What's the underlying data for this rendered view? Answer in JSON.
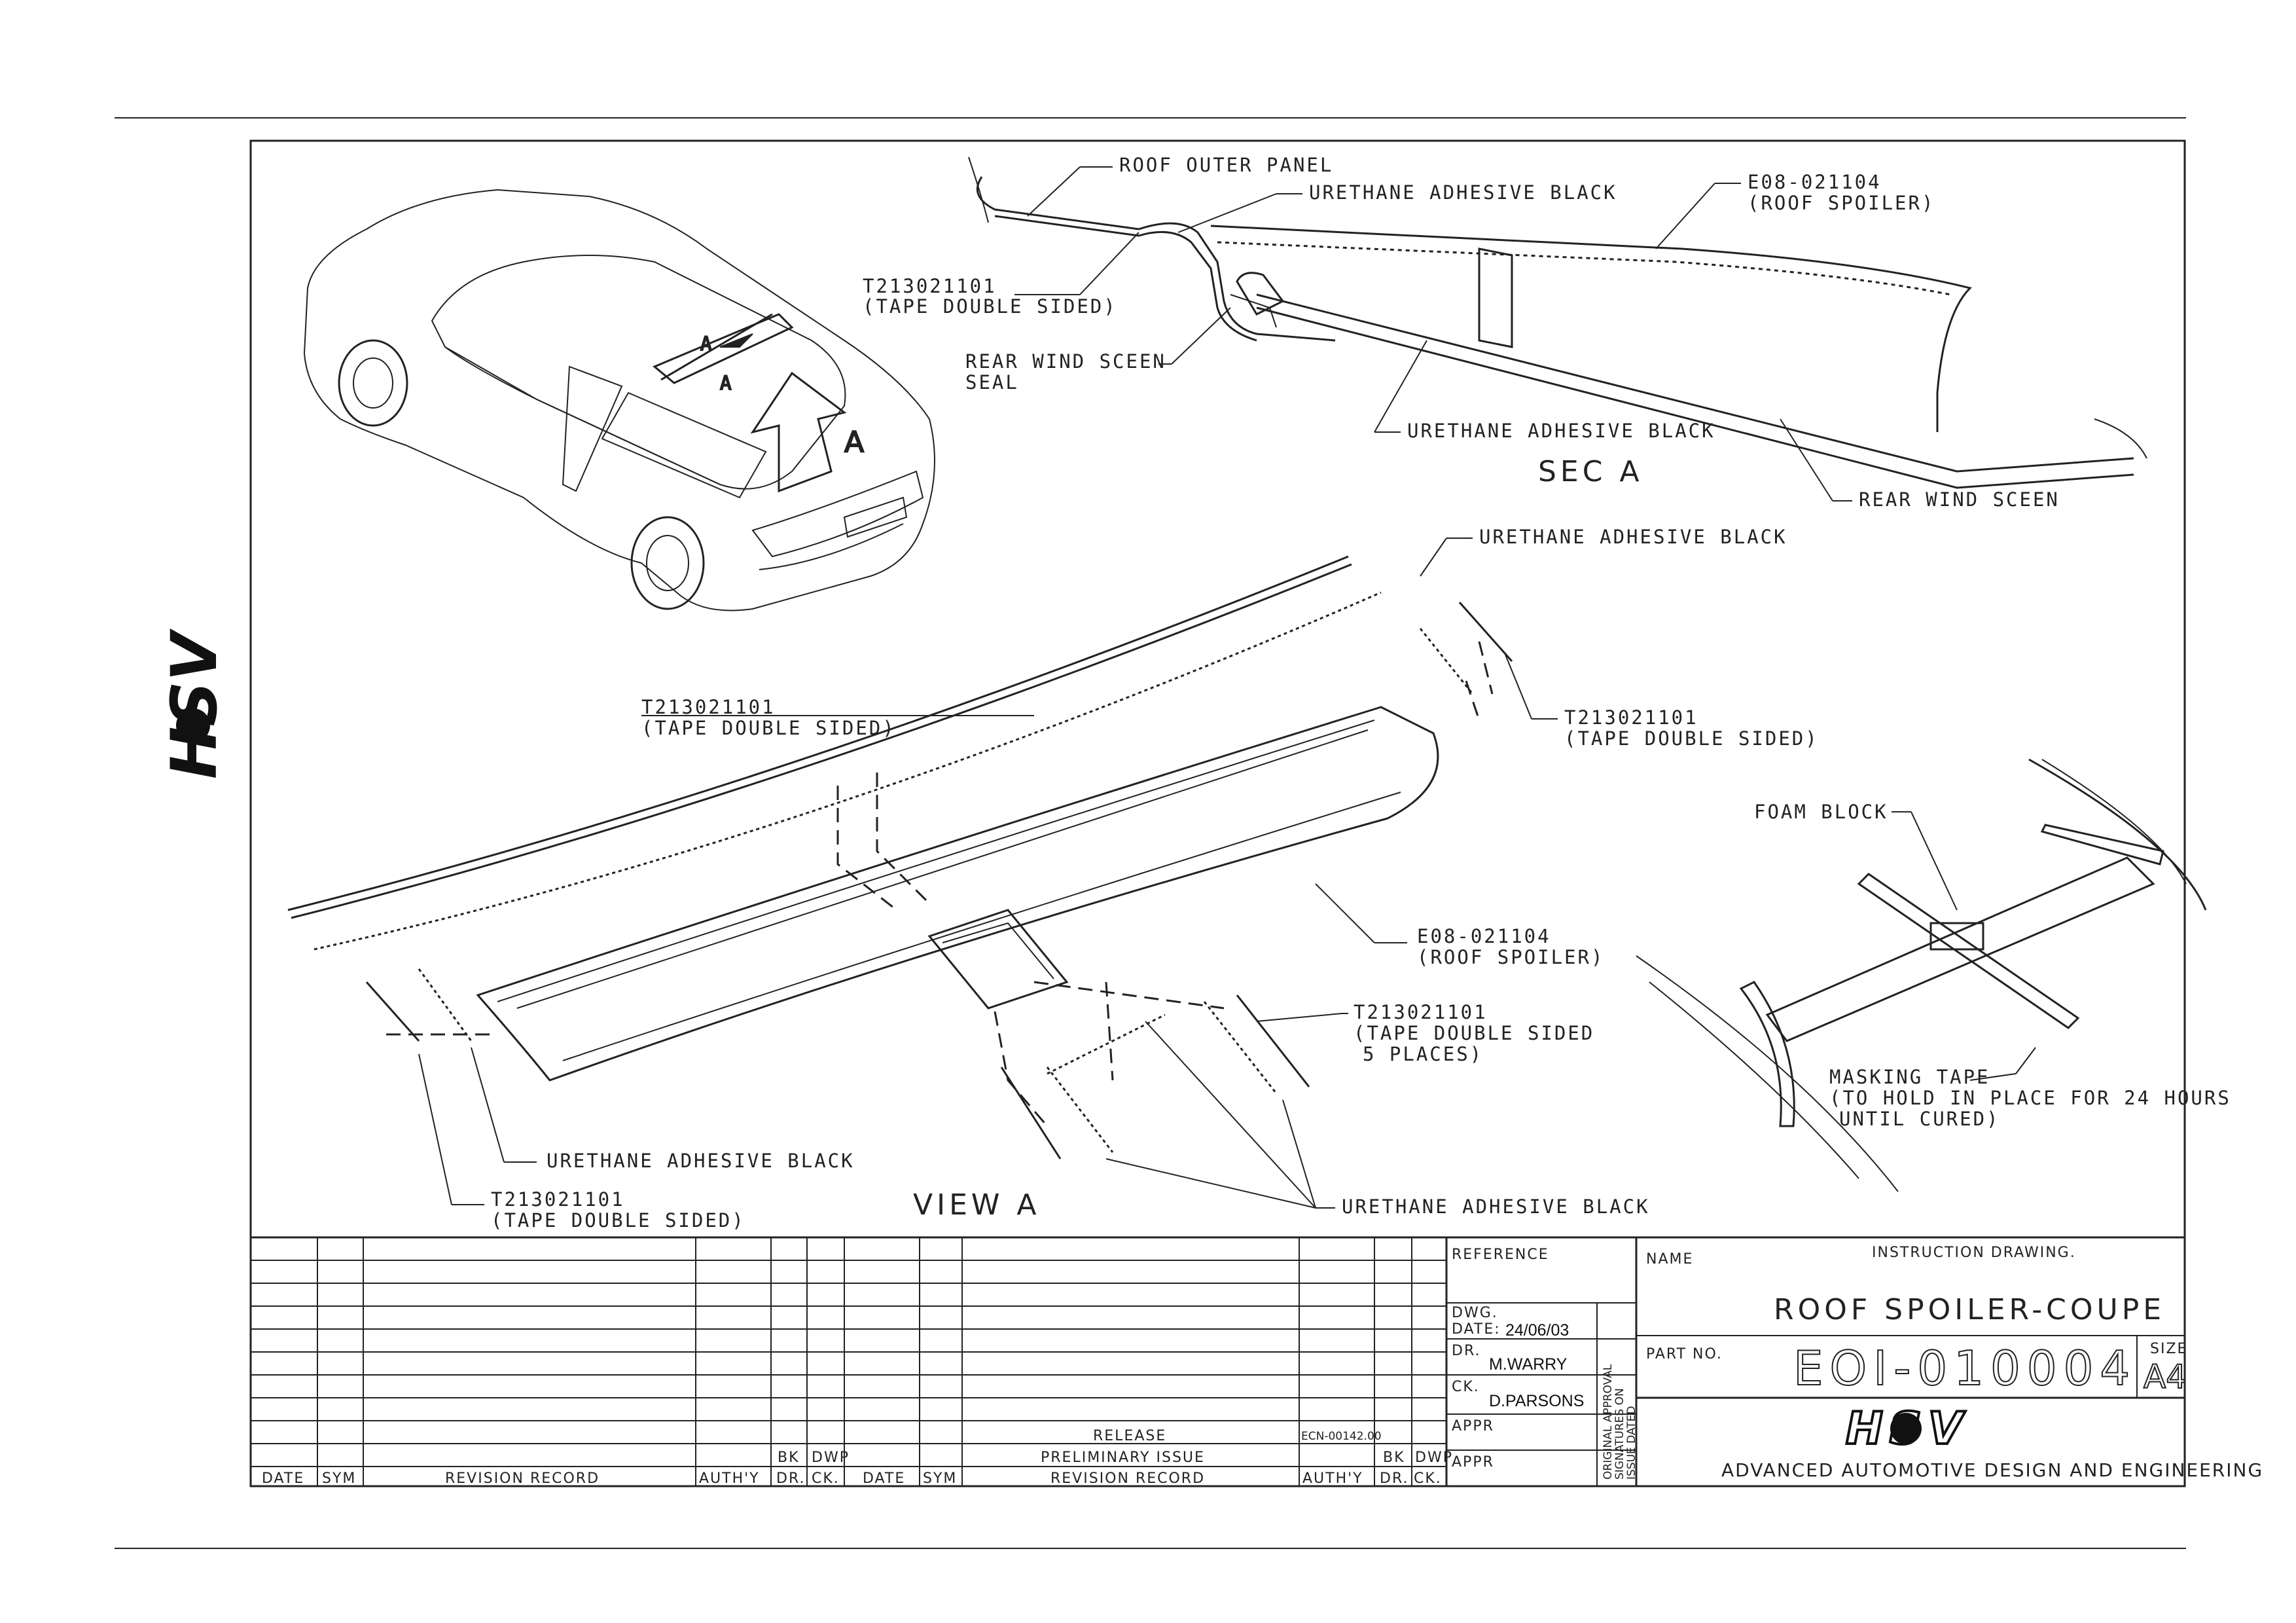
{
  "labels": {
    "roof_outer_panel": "ROOF OUTER PANEL",
    "urethane_adhesive_black": "URETHANE ADHESIVE BLACK",
    "part_spoiler_code": "E08-021104",
    "part_spoiler_name": "(ROOF SPOILER)",
    "tape_code": "T213021101",
    "tape_name": "(TAPE DOUBLE SIDED)",
    "tape_name_5": "(TAPE DOUBLE SIDED",
    "tape_5_places": "5 PLACES)",
    "rear_wind_seen_seal_1": "REAR WIND SCEEN",
    "rear_wind_seen_seal_2": "SEAL",
    "sec_a": "SEC A",
    "rear_wind_seen": "REAR WIND SCEEN",
    "foam_block": "FOAM BLOCK",
    "masking_tape_1": "MASKING TAPE",
    "masking_tape_2": "(TO HOLD IN PLACE FOR 24 HOURS",
    "masking_tape_3": "UNTIL CURED)",
    "view_a": "VIEW A",
    "arrow_a": "A"
  },
  "title_block": {
    "reference": "REFERENCE",
    "name_label": "NAME",
    "instruction": "INSTRUCTION DRAWING.",
    "title": "ROOF SPOILER-COUPE",
    "part_no_label": "PART NO.",
    "part_no": "EOI-010004",
    "size_label": "SIZE",
    "size": "A4",
    "dwg_label": "DWG.",
    "date_label": "DATE:",
    "date": "24/06/03",
    "dr_label": "DR.",
    "drawn_by": "M.WARRY",
    "ck_label": "CK.",
    "checked_by": "D.PARSONS",
    "appr_label": "APPR",
    "approval_1": "ORIGINAL APPROVAL",
    "approval_2": "SIGNATURES ON",
    "approval_3": "ISSUE DATED",
    "company": "ADVANCED AUTOMOTIVE DESIGN AND ENGINEERING",
    "logo": "HSV"
  },
  "revision_table": {
    "headers": [
      "DATE",
      "SYM",
      "REVISION RECORD",
      "AUTH'Y",
      "DR.",
      "CK.",
      "DATE",
      "SYM",
      "REVISION RECORD",
      "AUTH'Y",
      "DR.",
      "CK."
    ],
    "bk": "BK",
    "dwp": "DWP",
    "release": "RELEASE",
    "ecn": "ECN-00142.00",
    "preliminary": "PRELIMINARY ISSUE"
  }
}
